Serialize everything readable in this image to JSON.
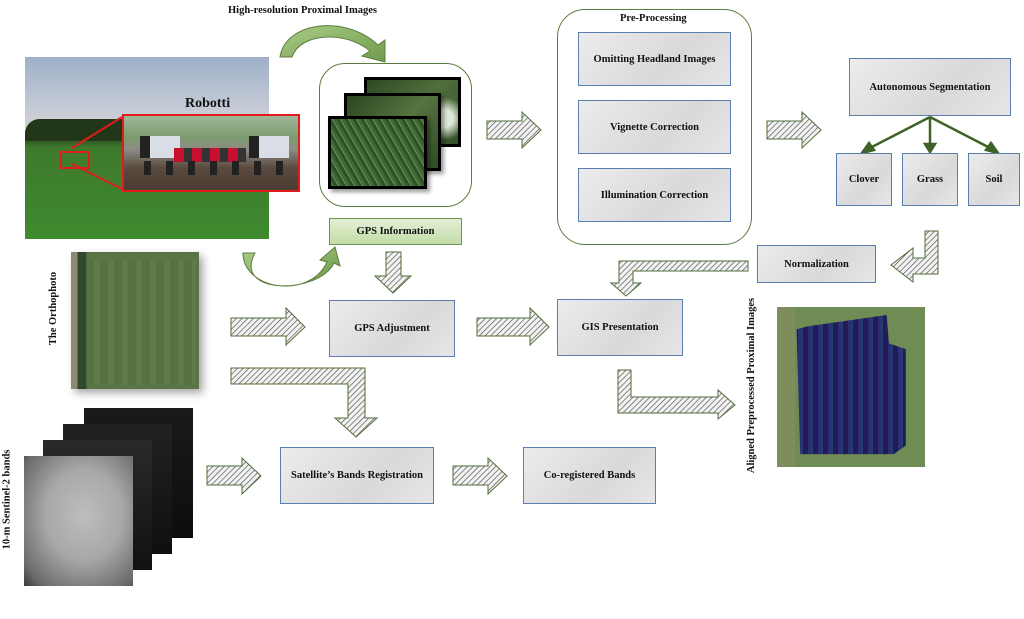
{
  "diagram": {
    "top_label": "High-resolution Proximal Images",
    "robot_label": "Robotti",
    "gps_information": "GPS Information",
    "gps_adjustment": "GPS Adjustment",
    "preprocessing": {
      "title": "Pre-Processing",
      "steps": [
        "Omitting Headland Images",
        "Vignette Correction",
        "Illumination Correction"
      ]
    },
    "segmentation": {
      "title": "Autonomous Segmentation",
      "classes": [
        "Clover",
        "Grass",
        "Soil"
      ]
    },
    "normalization": "Normalization",
    "gis_presentation": "GIS Presentation",
    "orthophoto_label": "The Orthophoto",
    "sentinel_label": "10-m Sentinel-2 bands",
    "satellite_registration": "Satellite’s Bands Registration",
    "coregistered": "Co-registered Bands",
    "aligned_label": "Aligned Preprocessed Proximal Images"
  },
  "colors": {
    "box_border": "#5a7fae",
    "green_arrow": "#8db36a",
    "green_dark": "#4a6b2a",
    "robot_highlight": "#e21b1b"
  }
}
